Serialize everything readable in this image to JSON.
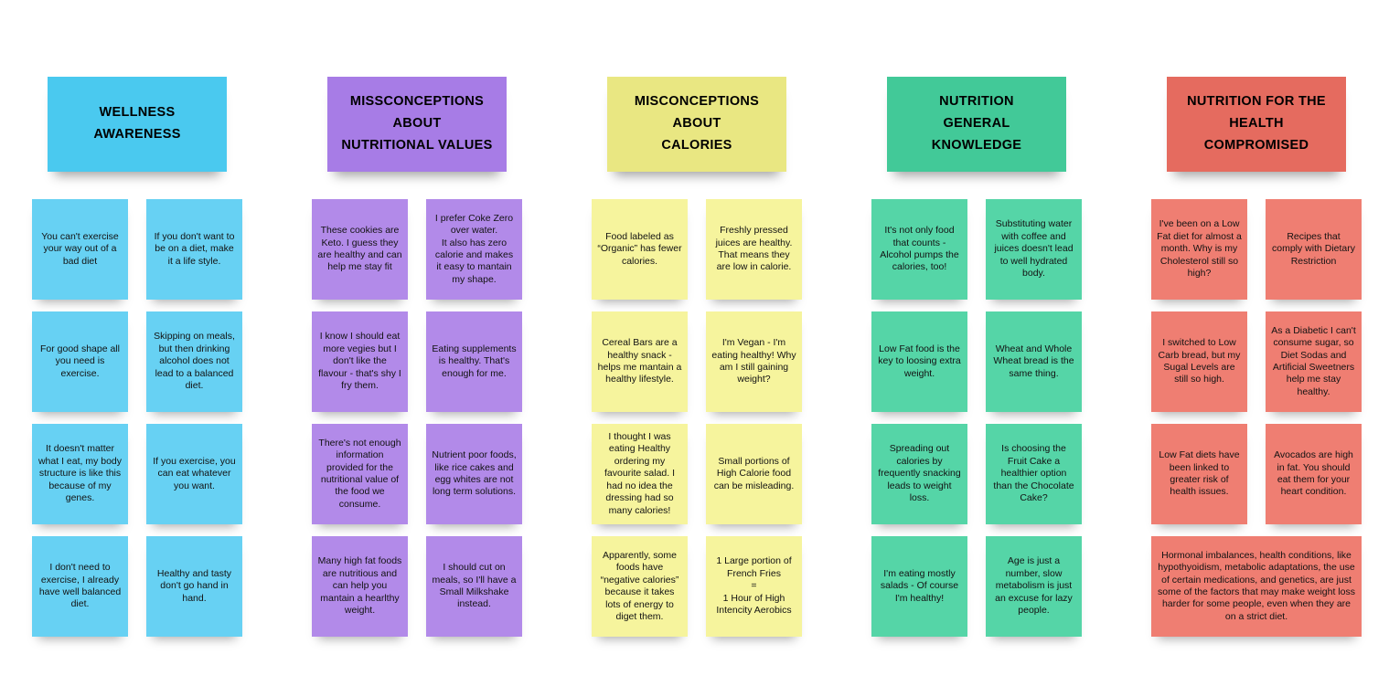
{
  "board": {
    "background": "#ffffff",
    "columns": [
      {
        "id": "wellness-awareness",
        "title": "WELLNESS\nAWARENESS",
        "header_color": "#4ac9ef",
        "note_color": "#67d1f3",
        "notes": [
          "You can't exercise your way out of a bad diet",
          "If you don't want to be on a diet, make it a life style.",
          "For good shape all you need is exercise.",
          "Skipping on meals, but then drinking alcohol does not lead to a balanced diet.",
          "It doesn't matter what I eat, my body structure is like this because of my genes.",
          "If you exercise, you can eat whatever you want.",
          "I don't need to exercise, I already have well balanced diet.",
          "Healthy and tasty don't go hand in hand."
        ]
      },
      {
        "id": "missconceptions-about-nutritional-values",
        "title": "MISSCONCEPTIONS\nABOUT\nNUTRITIONAL VALUES",
        "header_color": "#a77ce6",
        "note_color": "#b28ae9",
        "notes": [
          "These cookies are Keto. I guess they are healthy and can help me stay fit",
          "I prefer Coke Zero over water.\nIt also has zero calorie and makes it easy to mantain my shape.",
          "I know I should eat more vegies but I don't like the flavour - that's shy I fry them.",
          "Eating supplements is healthy. That's enough for me.",
          "There's not enough information provided for the nutritional value of the food we consume.",
          "Nutrient poor foods, like rice cakes and egg whites are not long term solutions.",
          "Many high fat foods are nutritious and can help you mantain a hearlthy weight.",
          "I should cut on meals, so I'll have a Small Milkshake instead."
        ]
      },
      {
        "id": "misconceptions-about-calories",
        "title": "MISCONCEPTIONS\nABOUT\nCALORIES",
        "header_color": "#e9e782",
        "note_color": "#f6f49d",
        "notes": [
          "Food labeled as “Organic” has fewer calories.",
          "Freshly pressed juices are healthy. That means they are low in calorie.",
          "Cereal Bars are a healthy snack - helps me mantain a healthy lifestyle.",
          "I'm Vegan - I'm eating healthy! Why am I still gaining weight?",
          "I thought I was eating Healthy ordering my favourite salad. I had no idea the dressing had so many calories!",
          "Small portions of High Calorie food can be misleading.",
          "Apparently, some foods have “negative calories” because it takes lots of energy to diget them.",
          "1 Large portion of French Fries\n=\n1 Hour of High Intencity Aerobics"
        ]
      },
      {
        "id": "nutrition-general-knowledge",
        "title": "NUTRITION\nGENERAL\nKNOWLEDGE",
        "header_color": "#42c998",
        "note_color": "#55d5a7",
        "notes": [
          "It's not only food that counts - Alcohol pumps the calories, too!",
          "Substituting water with coffee and juices doesn't lead to well hydrated body.",
          "Low Fat food is the key to loosing extra weight.",
          "Wheat and Whole Wheat bread is the same thing.",
          "Spreading out calories by frequently snacking leads to weight loss.",
          "Is choosing the Fruit Cake a healthier option than the Chocolate Cake?",
          "I'm eating mostly salads - Of course I'm healthy!",
          "Age is just a number, slow metabolism is just an excuse for lazy people."
        ]
      },
      {
        "id": "nutrition-for-the-health-compromised",
        "title": "NUTRITION FOR THE\nHEALTH\nCOMPROMISED",
        "header_color": "#e56b5f",
        "note_color": "#ef7e72",
        "notes": [
          "I've been on a Low Fat diet for almost a month. Why is my Cholesterol still so high?",
          "Recipes that comply with Dietary Restriction",
          "I switched to Low Carb bread, but my Sugal Levels are still so high.",
          "As a Diabetic I can't consume sugar, so Diet Sodas and Artificial Sweetners help me stay healthy.",
          "Low Fat diets have been linked to greater risk of health issues.",
          "Avocados are high in fat. You should eat them for your heart condition.",
          "Hormonal imbalances, health conditions, like hypothyoidism, metabolic adaptations, the use of certain medications, and genetics, are just some of the factors that may make weight loss harder for some people, even when they are on a strict diet."
        ]
      }
    ]
  }
}
